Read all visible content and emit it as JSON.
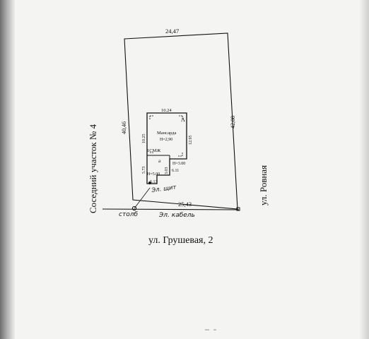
{
  "plan": {
    "top_dim": "24,47",
    "left_dim": "40,46",
    "right_dim": "42,08",
    "bottom_dim": "25,43",
    "house_top_dim": "10.24",
    "house_letter": "А",
    "mansard_label": "Мансарда",
    "mansard_height": "Н=2,90",
    "house_left_dim": "10.25",
    "house_right_dim": "12.95",
    "material_label": "1СМЖ",
    "annex_letter": "а",
    "annex_left_dim": "5.73",
    "annex_height_right": "Н=3.00",
    "annex_mid_dim": "3.03",
    "annex_bottom_dim": "6.11",
    "annex_height_left": "Н=5.00",
    "small_dim": "5.13",
    "hand_shield": "Эл. щит",
    "hand_pole": "столб",
    "hand_cable": "Эл. кабель"
  },
  "labels": {
    "neighbor": "Соседний участок № 4",
    "street_east": "ул. Ровная",
    "street_south": "ул. Грушевая, 2"
  }
}
